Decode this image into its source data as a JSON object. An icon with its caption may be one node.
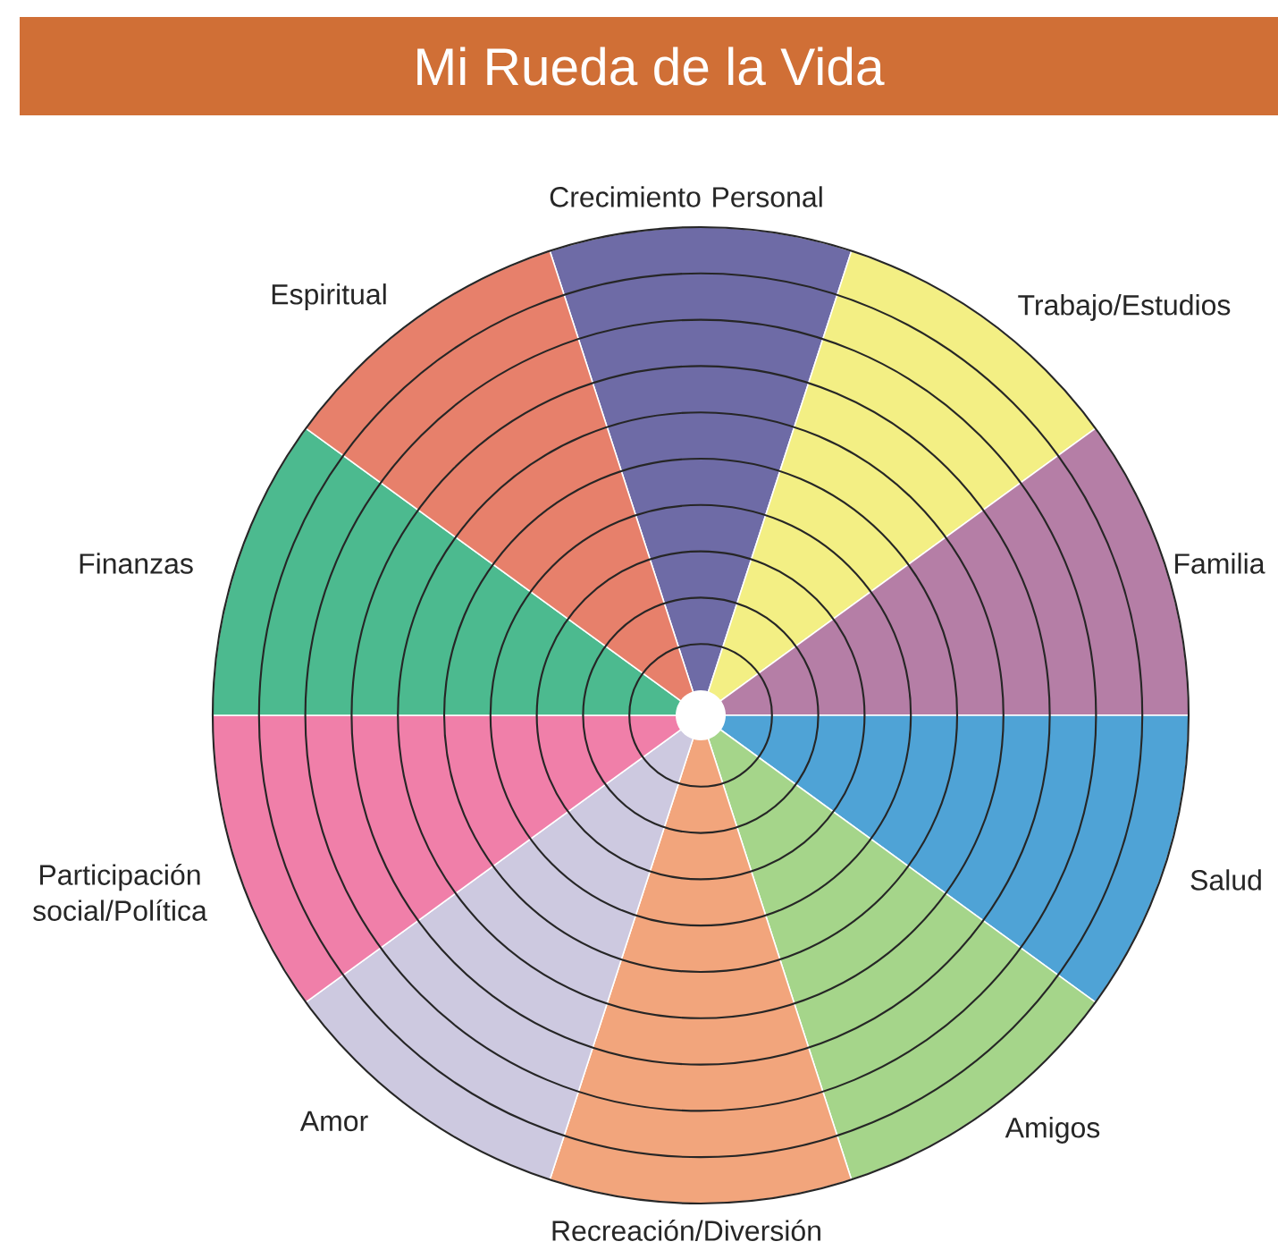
{
  "diagram": {
    "title": "Mi Rueda de la Vida",
    "nodes": [
      {
        "text": [
          "Crecimiento Personal"
        ]
      },
      {
        "text": [
          "Trabajo/Estudios"
        ]
      },
      {
        "text": [
          "Familia"
        ]
      },
      {
        "text": [
          "Salud"
        ]
      },
      {
        "text": [
          "Amigos"
        ]
      },
      {
        "text": [
          "Recreación/Diversión"
        ]
      },
      {
        "text": [
          "Amor"
        ]
      },
      {
        "text": [
          "Participación social/Política"
        ]
      },
      {
        "text": [
          "Finanzas"
        ]
      },
      {
        "text": [
          "Espiritual"
        ]
      }
    ]
  }
}
